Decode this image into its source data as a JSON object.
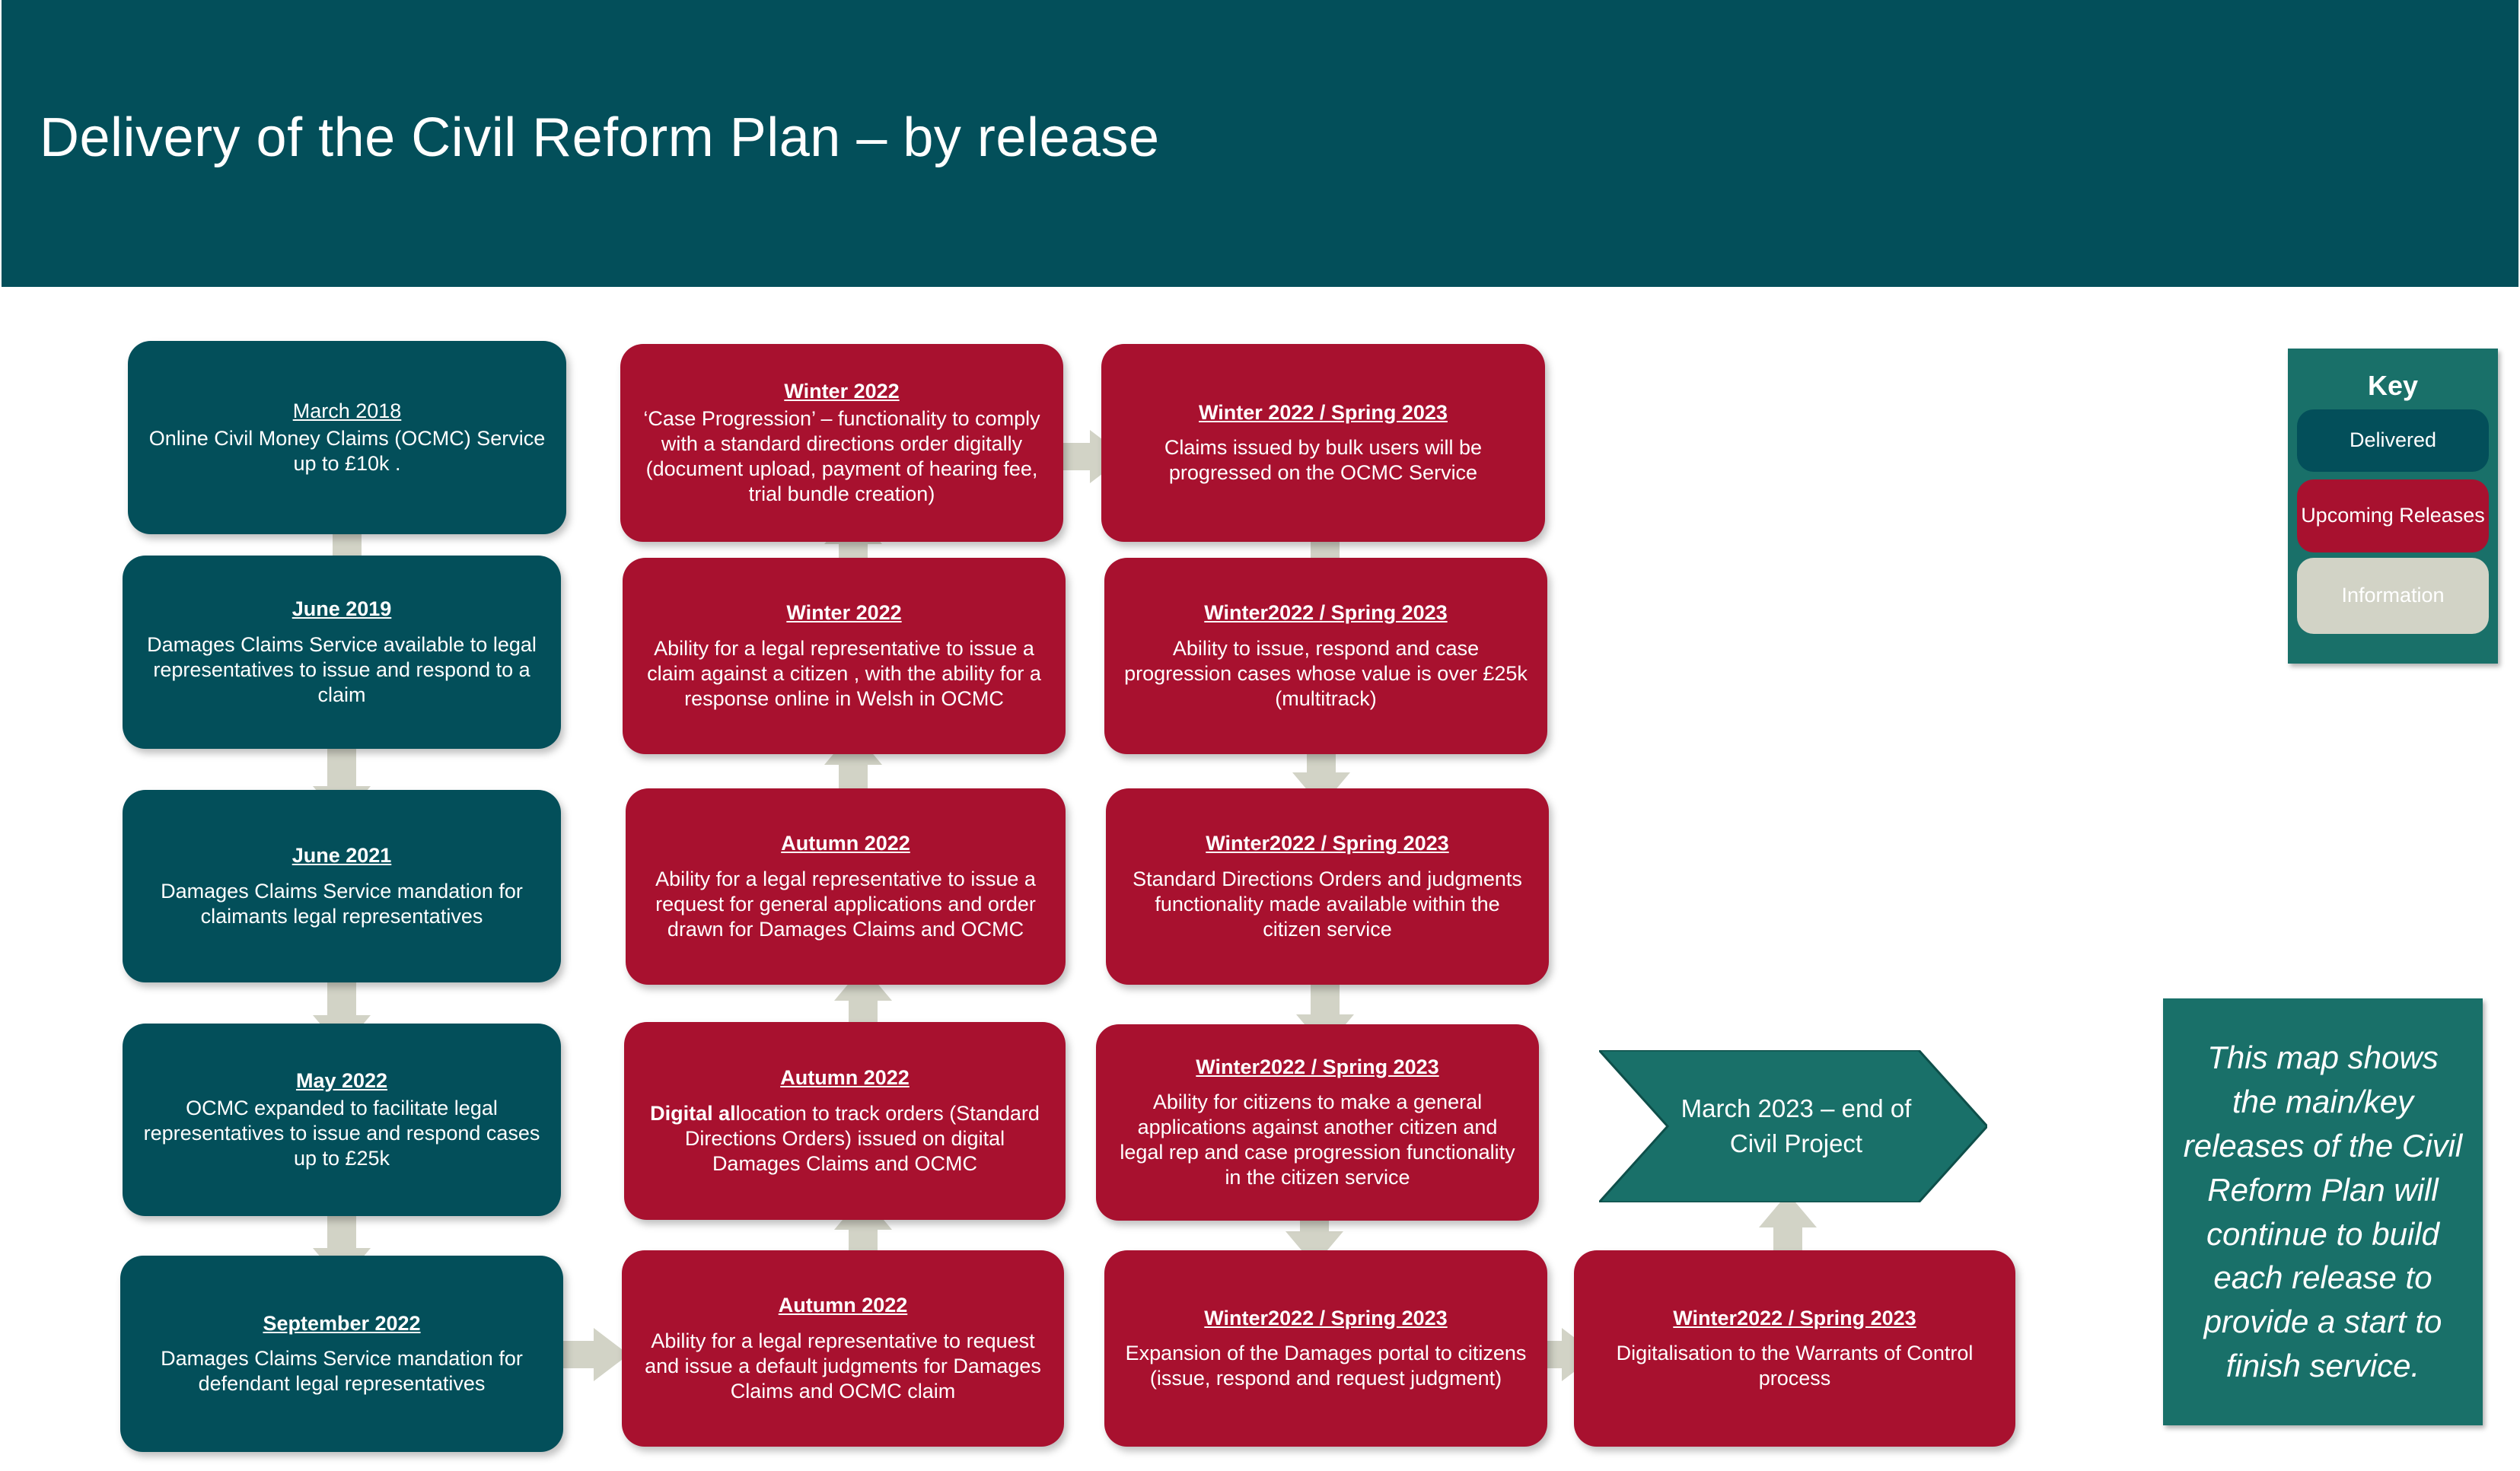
{
  "title": "Delivery of the Civil Reform Plan – by release",
  "colors": {
    "delivered": "#034f5a",
    "upcoming": "#a8112f",
    "information": "#d2d3c6",
    "header": "#034f5a",
    "key_background": "#197069"
  },
  "milestones": {
    "m1": {
      "when": "March 2018",
      "desc": "Online Civil Money Claims (OCMC) Service up to £10k .",
      "status": "delivered"
    },
    "m2": {
      "when": "June 2019",
      "desc": "Damages Claims Service available to legal representatives to issue and respond to a claim",
      "status": "delivered"
    },
    "m3": {
      "when": "June 2021",
      "desc": "Damages Claims Service mandation for claimants legal representatives",
      "status": "delivered"
    },
    "m4": {
      "when": "May 2022",
      "desc": "OCMC expanded to facilitate legal representatives to issue and respond cases up to £25k",
      "status": "delivered"
    },
    "m5": {
      "when": "September 2022",
      "desc": "Damages Claims Service mandation for defendant legal representatives",
      "status": "delivered"
    },
    "m6": {
      "when": "Autumn 2022",
      "desc": "Ability for a legal representative to request and issue a default judgments for Damages Claims and OCMC claim",
      "status": "upcoming"
    },
    "m7": {
      "when": "Autumn 2022",
      "desc_bold": "Digital al",
      "desc": "location to track orders (Standard Directions Orders) issued on digital Damages Claims and OCMC",
      "status": "upcoming"
    },
    "m8": {
      "when": "Autumn 2022",
      "desc": "Ability for a legal representative to issue a request for general applications and order drawn for Damages Claims and OCMC",
      "status": "upcoming"
    },
    "m9": {
      "when": "Winter 2022",
      "desc": "Ability for a legal representative to issue a claim against a citizen , with the ability for a response online in Welsh in OCMC",
      "status": "upcoming"
    },
    "m10": {
      "when": "Winter 2022",
      "desc": "‘Case Progression’ – functionality to comply with a standard directions order digitally (document upload, payment of hearing fee, trial bundle creation)",
      "status": "upcoming"
    },
    "m11": {
      "when": "Winter 2022 / Spring 2023",
      "desc": "Claims issued by bulk users will be progressed on the OCMC Service",
      "status": "upcoming"
    },
    "m12": {
      "when": "Winter2022 / Spring 2023",
      "desc": "Ability to issue, respond and case progression cases whose value is over £25k (multitrack)",
      "status": "upcoming"
    },
    "m13": {
      "when": "Winter2022 / Spring 2023",
      "desc": "Standard Directions Orders and judgments functionality made available within the citizen service",
      "status": "upcoming"
    },
    "m14": {
      "when": "Winter2022 / Spring 2023",
      "desc": "Ability  for citizens to make a general applications against another citizen and legal rep and case progression functionality in the citizen service",
      "status": "upcoming"
    },
    "m15": {
      "when": "Winter2022 / Spring 2023",
      "desc": "Expansion of the Damages portal to citizens (issue, respond and request judgment)",
      "status": "upcoming"
    },
    "m16": {
      "when": "Winter2022 / Spring 2023",
      "desc": "Digitalisation to the Warrants of Control process",
      "status": "upcoming"
    }
  },
  "end_milestone": "March 2023 – end of Civil Project",
  "key": {
    "title": "Key",
    "delivered": "Delivered",
    "upcoming": "Upcoming Releases",
    "information": "Information"
  },
  "info_text": "This map shows the main/key releases of the Civil Reform Plan will continue to build each release to provide a start to finish service."
}
